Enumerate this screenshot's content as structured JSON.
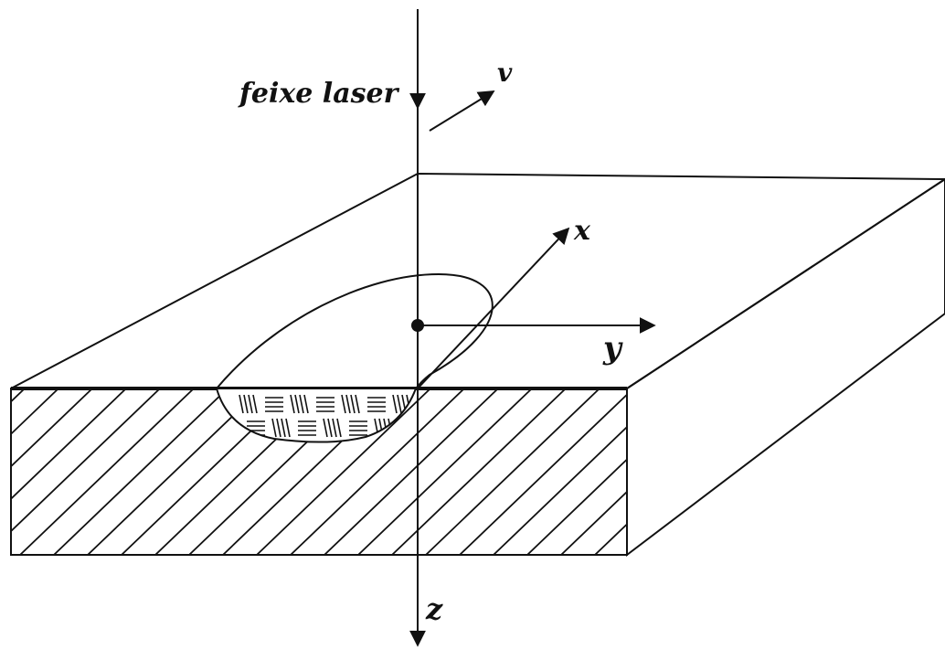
{
  "labels": {
    "beam": "feixe laser",
    "velocity": "v",
    "x_axis": "x",
    "y_axis": "y",
    "z_axis": "z"
  },
  "colors": {
    "ink": "#111111",
    "background": "#ffffff"
  }
}
